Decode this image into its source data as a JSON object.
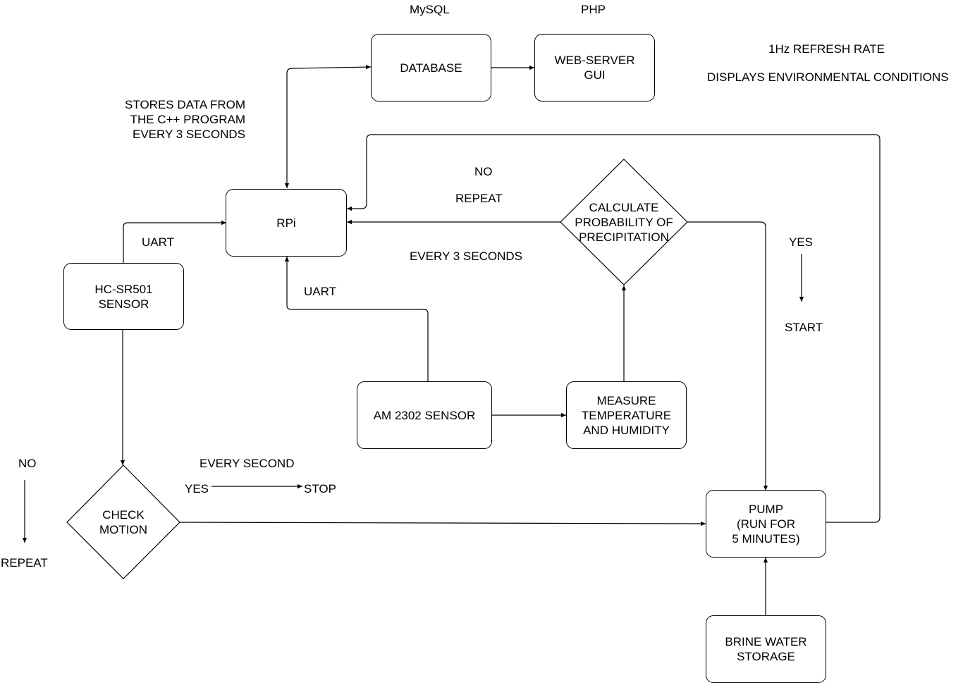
{
  "nodes": {
    "database": "DATABASE",
    "webserver": "WEB-SERVER\nGUI",
    "rpi": "RPi",
    "hc_sensor": "HC-SR501\nSENSOR",
    "am_sensor": "AM 2302 SENSOR",
    "measure": "MEASURE\nTEMPERATURE\nAND HUMIDITY",
    "calculate": "CALCULATE\nPROBABILITY OF\nPRECIPITATION",
    "check_motion": "CHECK\nMOTION",
    "pump": "PUMP\n(RUN FOR\n5 MINUTES)",
    "brine": "BRINE WATER\nSTORAGE"
  },
  "labels": {
    "mysql": "MySQL",
    "php": "PHP",
    "refresh_rate": "1Hz REFRESH RATE",
    "displays": "DISPLAYS ENVIRONMENTAL CONDITIONS",
    "stores": "STORES DATA FROM\nTHE C++ PROGRAM\nEVERY 3 SECONDS",
    "no_top": "NO",
    "repeat_top": "REPEAT",
    "uart_left": "UART",
    "uart_bottom": "UART",
    "every_3_seconds": "EVERY 3 SECONDS",
    "yes_right": "YES",
    "start": "START",
    "no_left": "NO",
    "repeat_left": "REPEAT",
    "every_second": "EVERY SECOND",
    "yes_mid": "YES",
    "stop": "STOP"
  }
}
